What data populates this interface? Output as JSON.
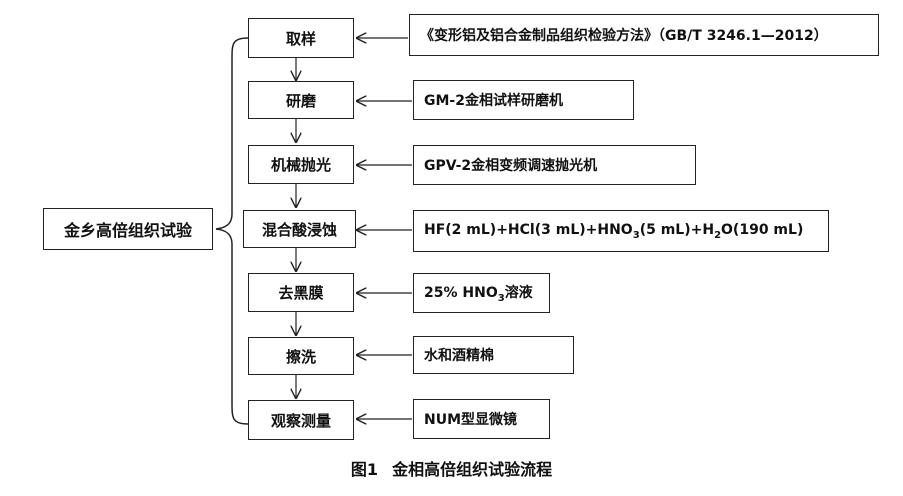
{
  "root": {
    "label": "金乡高倍组织试验"
  },
  "steps": [
    {
      "label": "取样",
      "desc": "《变形铝及铝合金制品组织检验方法》（GB/T 3246.1—2012）"
    },
    {
      "label": "研磨",
      "desc": "GM-2金相试样研磨机"
    },
    {
      "label": "机械抛光",
      "desc": "GPV-2金相变频调速抛光机"
    },
    {
      "label": "混合酸浸蚀",
      "desc_parts": [
        "HF(2 mL)+HCl(3 mL)+HNO",
        "3",
        "(5 mL)+H",
        "2",
        "O(190 mL)"
      ]
    },
    {
      "label": "去黑膜",
      "desc_parts": [
        "25% HNO",
        "3",
        "溶液"
      ]
    },
    {
      "label": "擦洗",
      "desc": "水和酒精棉"
    },
    {
      "label": "观察测量",
      "desc": "NUM型显微镜"
    }
  ],
  "caption": {
    "number": "图1",
    "title": "金相高倍组织试验流程"
  }
}
